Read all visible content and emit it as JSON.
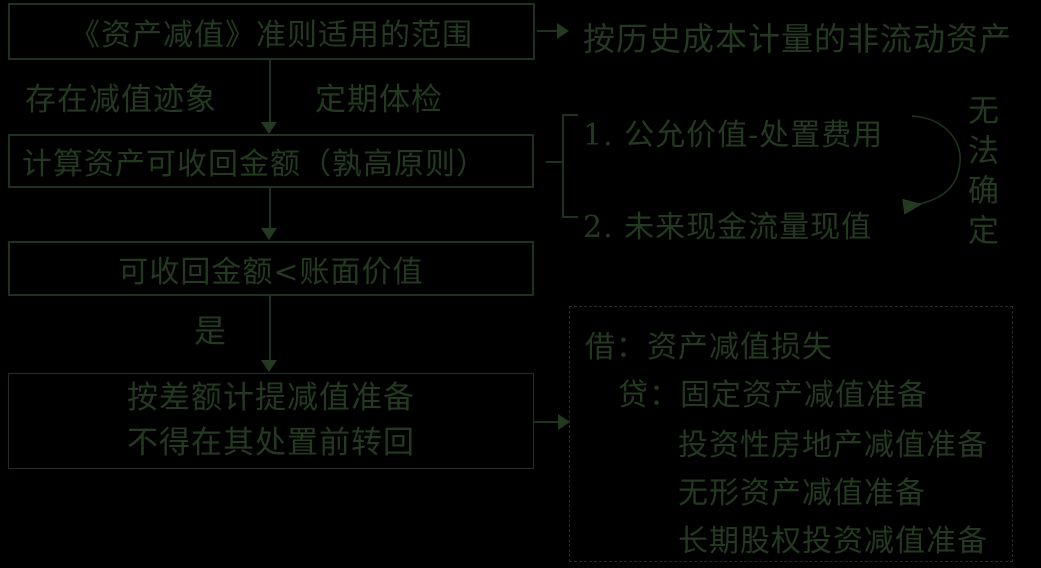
{
  "colors": {
    "background": "#000000",
    "ink": "#233a20",
    "line": "#1d3220"
  },
  "flowchart": {
    "scope_box": "《资产减值》准则适用的范围",
    "scope_target": "按历史成本计量的非流动资产",
    "indication_label": "存在减值迹象",
    "periodic_label": "定期体检",
    "recoverable_box": "计算资产可收回金额（孰高原则）",
    "method1": "1. 公允价值-处置费用",
    "method2": "2. 未来现金流量现值",
    "fallback_label": "无法确定",
    "compare_box": "可收回金额<账面价值",
    "yes_label": "是",
    "provision_line1": "按差额计提减值准备",
    "provision_line2": "不得在其处置前转回",
    "journal_lines": [
      "借：资产减值损失",
      "贷：固定资产减值准备",
      "投资性房地产减值准备",
      "无形资产减值准备",
      "长期股权投资减值准备"
    ]
  }
}
